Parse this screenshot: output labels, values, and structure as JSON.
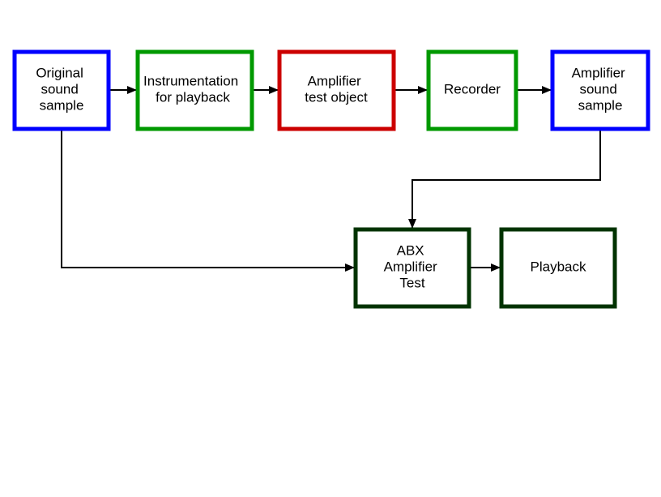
{
  "diagram": {
    "nodes": {
      "original": {
        "lines": [
          "Original",
          "sound",
          "sample"
        ],
        "border_color": "#0000ff"
      },
      "instrumentation": {
        "lines": [
          "Instrumentation",
          "for playback"
        ],
        "border_color": "#009900"
      },
      "amplifier_test_object": {
        "lines": [
          "Amplifier",
          "test object"
        ],
        "border_color": "#cc0000"
      },
      "recorder": {
        "lines": [
          "Recorder"
        ],
        "border_color": "#009900"
      },
      "amplifier_sound_sample": {
        "lines": [
          "Amplifier",
          "sound",
          "sample"
        ],
        "border_color": "#0000ff"
      },
      "abx_test": {
        "lines": [
          "ABX",
          "Amplifier",
          "Test"
        ],
        "border_color": "#003300"
      },
      "playback": {
        "lines": [
          "Playback"
        ],
        "border_color": "#003300"
      }
    },
    "edges": [
      {
        "from": "original",
        "to": "instrumentation"
      },
      {
        "from": "instrumentation",
        "to": "amplifier_test_object"
      },
      {
        "from": "amplifier_test_object",
        "to": "recorder"
      },
      {
        "from": "recorder",
        "to": "amplifier_sound_sample"
      },
      {
        "from": "amplifier_sound_sample",
        "to": "abx_test"
      },
      {
        "from": "original",
        "to": "abx_test"
      },
      {
        "from": "abx_test",
        "to": "playback"
      }
    ],
    "edge_color": "#000000"
  }
}
